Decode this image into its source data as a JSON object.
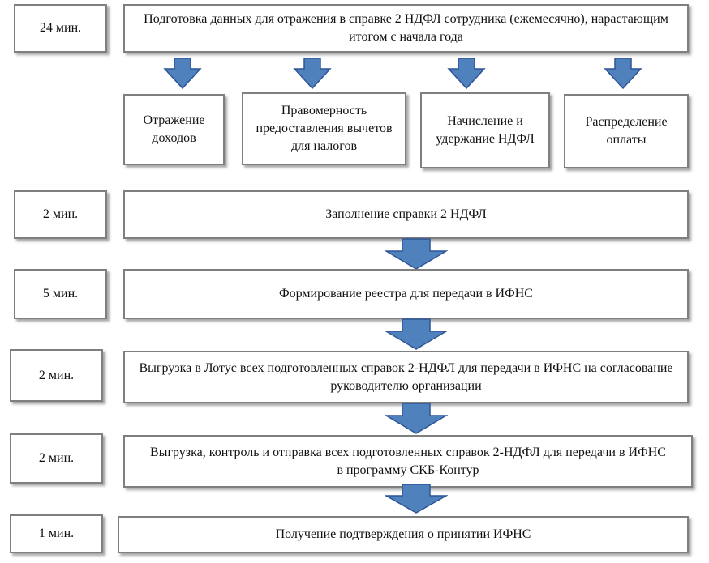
{
  "colors": {
    "arrow_fill": "#4f81bd",
    "arrow_stroke": "#2f5597",
    "box_border": "#7f7f7f"
  },
  "steps": [
    {
      "time": "24 мин.",
      "text": "Подготовка данных для отражения в справке 2 НДФЛ сотрудника (ежемесячно), нарастающим итогом с начала года"
    },
    {
      "time": "2 мин.",
      "text": "Заполнение справки 2 НДФЛ"
    },
    {
      "time": "5 мин.",
      "text": "Формирование реестра для передачи в ИФНС"
    },
    {
      "time": "2 мин.",
      "text": "Выгрузка в Лотус всех подготовленных справок 2-НДФЛ для передачи в ИФНС на согласование руководителю организации"
    },
    {
      "time": "2 мин.",
      "text": "Выгрузка, контроль и отправка всех подготовленных справок 2-НДФЛ для передачи в ИФНС в программу СКБ-Контур"
    },
    {
      "time": "1 мин.",
      "text": "Получение подтверждения о принятии ИФНС"
    }
  ],
  "substeps": [
    "Отражение доходов",
    "Правомерность предоставления вычетов для налогов",
    "Начисление и удержание НДФЛ",
    "Распределение оплаты"
  ]
}
